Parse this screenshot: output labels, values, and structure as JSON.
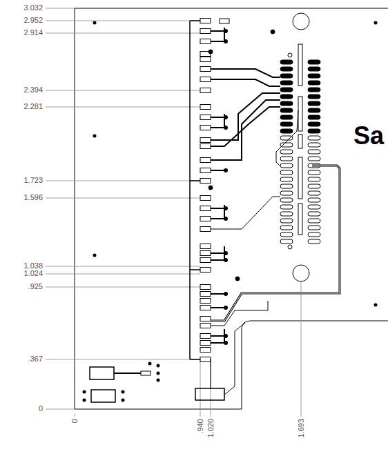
{
  "diagram": {
    "labels": [
      "3.032",
      "2.952",
      "2.914",
      "2.394",
      "2.281",
      "1.723",
      "1.596",
      "1.038",
      "1.024",
      ".925",
      ".367",
      "0",
      "0",
      ".940",
      "1.020",
      "1.693",
      "Sa"
    ]
  }
}
